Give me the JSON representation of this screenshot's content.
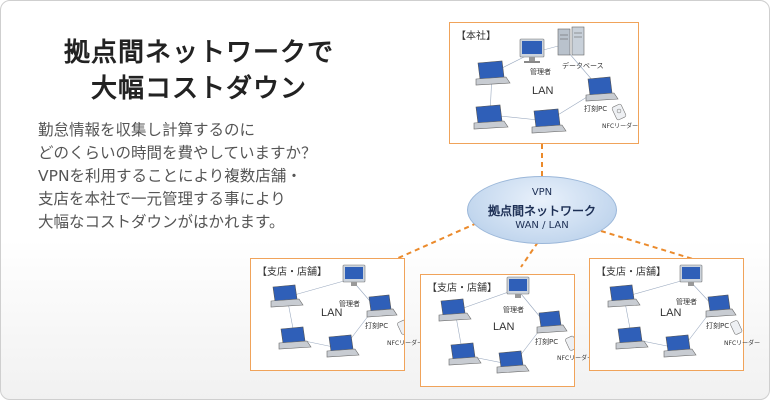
{
  "headline": {
    "line1": "拠点間ネットワークで",
    "line2": "大幅コストダウン"
  },
  "description": [
    "勤怠情報を収集し計算するのに",
    "どのくらいの時間を費やしていますか？",
    "VPNを利用することにより複数店舗・",
    "支店を本社で一元管理する事により",
    "大幅なコストダウンがはかれます。"
  ],
  "vpn": {
    "line1": "VPN",
    "line2": "拠点間ネットワーク",
    "line3": "WAN / LAN"
  },
  "hq": {
    "label": "【本社】",
    "lan": "LAN",
    "admin": "管理者",
    "database": "データベース",
    "punch_pc": "打刻PC",
    "nfc": "NFCリーダー"
  },
  "branches": [
    {
      "label": "【支店・店舗】",
      "lan": "LAN",
      "admin": "管理者",
      "punch_pc": "打刻PC",
      "nfc": "NFCリーダー"
    },
    {
      "label": "【支店・店舗】",
      "lan": "LAN",
      "admin": "管理者",
      "punch_pc": "打刻PC",
      "nfc": "NFCリーダー"
    },
    {
      "label": "【支店・店舗】",
      "lan": "LAN",
      "admin": "管理者",
      "punch_pc": "打刻PC",
      "nfc": "NFCリーダー"
    }
  ],
  "colors": {
    "accent": "#eb8a2b",
    "box_border": "#f0a35a",
    "cloud": "#c3d7ee",
    "screen": "#2f5fb8"
  }
}
